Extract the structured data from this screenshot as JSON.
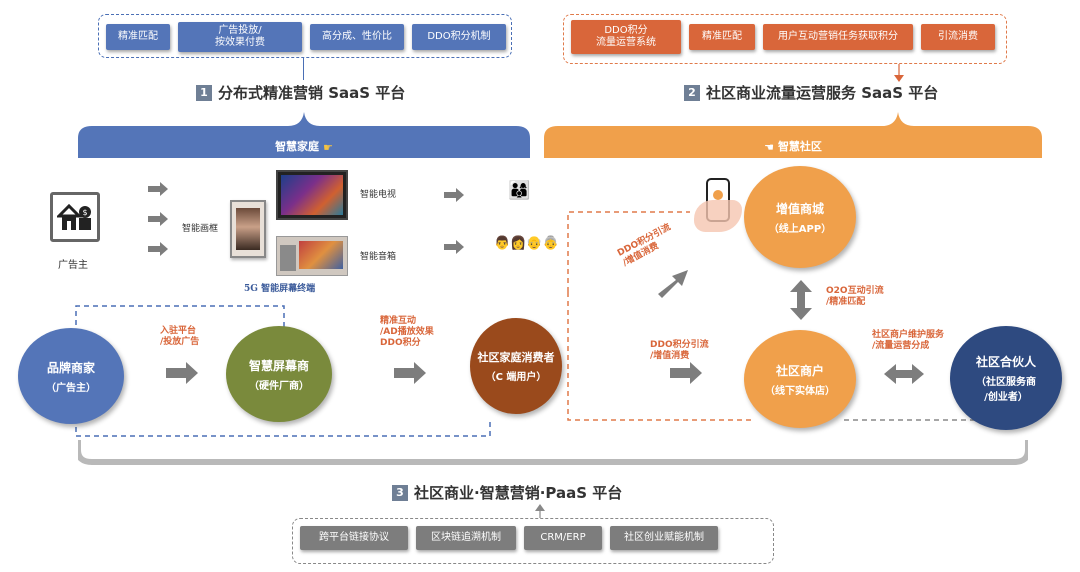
{
  "top_left": {
    "pills": [
      "精准匹配",
      "广告投放/\n按效果付费",
      "高分成、性价比",
      "DDO积分机制"
    ],
    "number": "1",
    "title": "分布式精准营销 SaaS 平台",
    "banner": "智慧家庭"
  },
  "top_right": {
    "pills": [
      "DDO积分\n流量运营系统",
      "精准匹配",
      "用户互动营销任务获取积分",
      "引流消费"
    ],
    "number": "2",
    "title": "社区商业流量运营服务 SaaS 平台",
    "banner": "智慧社区"
  },
  "bottom": {
    "number": "3",
    "title": "社区商业·智慧营销·PaaS 平台",
    "pills": [
      "跨平台链接协议",
      "区块链追溯机制",
      "CRM/ERP",
      "社区创业赋能机制"
    ]
  },
  "devices": {
    "advertiser": "广告主",
    "frame": "智能画框",
    "tv": "智能电视",
    "speaker": "智能音箱",
    "terminal": "5G 智能屏幕终端"
  },
  "nodes": {
    "brand": {
      "l1": "品牌商家",
      "l2": "（广告主）"
    },
    "screen_maker": {
      "l1": "智慧屏幕商",
      "l2": "（硬件厂商）"
    },
    "consumer": {
      "l1": "社区家庭消费者",
      "l2": "（C 端用户）"
    },
    "mall": {
      "l1": "增值商城",
      "l2": "（线上APP）"
    },
    "merchant": {
      "l1": "社区商户",
      "l2": "（线下实体店）"
    },
    "partner": {
      "l1": "社区合伙人",
      "l2": "（社区服务商\n/创业者）"
    }
  },
  "labels": {
    "join": "入驻平台\n/投放广告",
    "interact": "精准互动\n/AD播放效果\nDDO积分",
    "ddo_up": "DDO积分引流\n/增值消费",
    "ddo_mid": "DDO积分引流\n/增值消费",
    "o2o": "O2O互动引流\n/精准匹配",
    "service": "社区商户维护服务\n/流量运营分成"
  },
  "colors": {
    "blue": "#5475b8",
    "orange": "#f0a04b",
    "brown": "#9a4a1c",
    "olive": "#7a8a3c",
    "navy": "#2e4a80"
  }
}
